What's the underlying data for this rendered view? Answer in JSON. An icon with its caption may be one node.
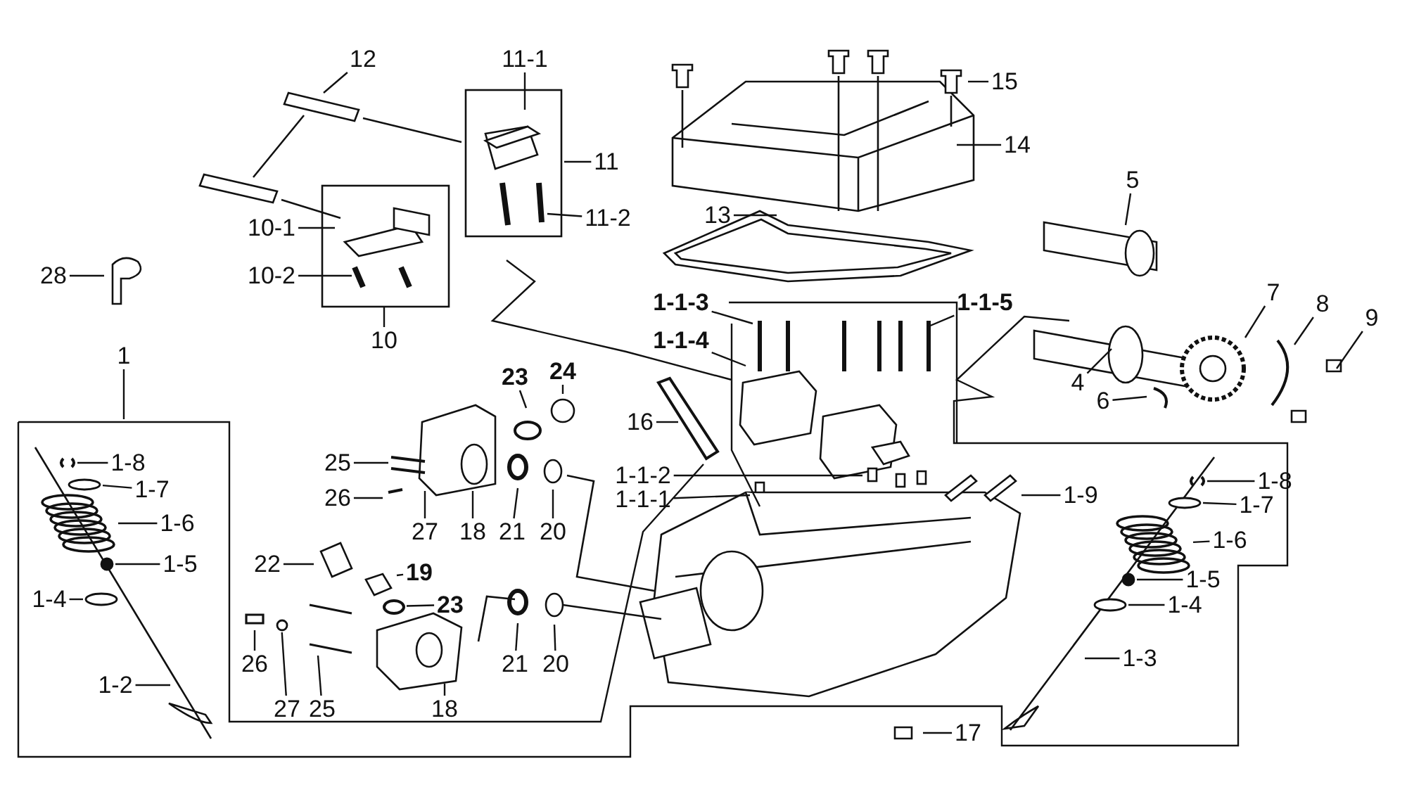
{
  "diagram": {
    "nodes": [
      {
        "text": [
          "12"
        ]
      },
      {
        "text": [
          "11-1"
        ]
      },
      {
        "text": [
          "11"
        ]
      },
      {
        "text": [
          "11-2"
        ]
      },
      {
        "text": [
          "10-1"
        ]
      },
      {
        "text": [
          "10-2"
        ]
      },
      {
        "text": [
          "10"
        ]
      },
      {
        "text": [
          "28"
        ]
      },
      {
        "text": [
          "15"
        ]
      },
      {
        "text": [
          "14"
        ]
      },
      {
        "text": [
          "13"
        ]
      },
      {
        "text": [
          "5"
        ]
      },
      {
        "text": [
          "7"
        ]
      },
      {
        "text": [
          "8"
        ]
      },
      {
        "text": [
          "9"
        ]
      },
      {
        "text": [
          "4"
        ]
      },
      {
        "text": [
          "6"
        ]
      },
      {
        "text": [
          "1-1-3"
        ]
      },
      {
        "text": [
          "1-1-4"
        ]
      },
      {
        "text": [
          "1-1-5"
        ]
      },
      {
        "text": [
          "24"
        ]
      },
      {
        "text": [
          "23"
        ]
      },
      {
        "text": [
          "16"
        ]
      },
      {
        "text": [
          "25"
        ]
      },
      {
        "text": [
          "26"
        ]
      },
      {
        "text": [
          "27"
        ]
      },
      {
        "text": [
          "18"
        ]
      },
      {
        "text": [
          "21"
        ]
      },
      {
        "text": [
          "20"
        ]
      },
      {
        "text": [
          "1-1-2"
        ]
      },
      {
        "text": [
          "1-1-1"
        ]
      },
      {
        "text": [
          "1-9"
        ]
      },
      {
        "text": [
          "22"
        ]
      },
      {
        "text": [
          "19"
        ]
      },
      {
        "text": [
          "23"
        ]
      },
      {
        "text": [
          "26"
        ]
      },
      {
        "text": [
          "27"
        ]
      },
      {
        "text": [
          "25"
        ]
      },
      {
        "text": [
          "18"
        ]
      },
      {
        "text": [
          "21"
        ]
      },
      {
        "text": [
          "20"
        ]
      },
      {
        "text": [
          "1"
        ]
      },
      {
        "text": [
          "1-8"
        ]
      },
      {
        "text": [
          "1-7"
        ]
      },
      {
        "text": [
          "1-6"
        ]
      },
      {
        "text": [
          "1-5"
        ]
      },
      {
        "text": [
          "1-4"
        ]
      },
      {
        "text": [
          "1-2"
        ]
      },
      {
        "text": [
          "1-8"
        ]
      },
      {
        "text": [
          "1-7"
        ]
      },
      {
        "text": [
          "1-6"
        ]
      },
      {
        "text": [
          "1-5"
        ]
      },
      {
        "text": [
          "1-4"
        ]
      },
      {
        "text": [
          "1-3"
        ]
      },
      {
        "text": [
          "17"
        ]
      },
      {
        "text": [],
        "shape": "picture"
      },
      {
        "text": [],
        "shape": "circle"
      },
      {
        "text": [],
        "shape": "picture"
      },
      {
        "text": [],
        "shape": "circle"
      },
      {
        "text": [],
        "shape": "circle"
      },
      {
        "text": [],
        "shape": "picture"
      },
      {
        "text": [],
        "shape": "circle"
      },
      {
        "text": [],
        "shape": "picture"
      },
      {
        "text": [],
        "shape": "circle"
      },
      {
        "text": [],
        "shape": "circle"
      },
      {
        "text": [],
        "shape": "circle"
      },
      {
        "text": [],
        "shape": "circle"
      }
    ],
    "edges": [
      {
        "from": 0,
        "to": null,
        "arrow": "none"
      },
      {
        "from": 1,
        "to": null,
        "arrow": "none"
      },
      {
        "from": 2,
        "to": null,
        "arrow": "none"
      },
      {
        "from": 3,
        "to": null,
        "arrow": "none"
      },
      {
        "from": 4,
        "to": null,
        "arrow": "none"
      },
      {
        "from": 5,
        "to": null,
        "arrow": "none"
      },
      {
        "from": 6,
        "to": null,
        "arrow": "none"
      },
      {
        "from": 7,
        "to": null,
        "arrow": "none"
      },
      {
        "from": 8,
        "to": null,
        "arrow": "none"
      },
      {
        "from": 9,
        "to": null,
        "arrow": "none"
      },
      {
        "from": 10,
        "to": null,
        "arrow": "none"
      },
      {
        "from": 11,
        "to": null,
        "arrow": "none"
      },
      {
        "from": 12,
        "to": null,
        "arrow": "none"
      },
      {
        "from": 13,
        "to": null,
        "arrow": "none"
      },
      {
        "from": 14,
        "to": null,
        "arrow": "none"
      },
      {
        "from": 15,
        "to": null,
        "arrow": "none"
      },
      {
        "from": 16,
        "to": null,
        "arrow": "none"
      },
      {
        "from": 17,
        "to": null,
        "arrow": "none"
      },
      {
        "from": 18,
        "to": null,
        "arrow": "none"
      },
      {
        "from": 19,
        "to": null,
        "arrow": "none"
      },
      {
        "from": 20,
        "to": null,
        "arrow": "none"
      },
      {
        "from": 21,
        "to": null,
        "arrow": "none"
      },
      {
        "from": 22,
        "to": null,
        "arrow": "none"
      },
      {
        "from": 23,
        "to": null,
        "arrow": "none"
      },
      {
        "from": 24,
        "to": null,
        "arrow": "none"
      },
      {
        "from": 25,
        "to": null,
        "arrow": "none"
      },
      {
        "from": 26,
        "to": null,
        "arrow": "none"
      },
      {
        "from": 27,
        "to": null,
        "arrow": "none"
      },
      {
        "from": 28,
        "to": null,
        "arrow": "none"
      },
      {
        "from": 29,
        "to": null,
        "arrow": "none"
      },
      {
        "from": 30,
        "to": null,
        "arrow": "none"
      },
      {
        "from": 31,
        "to": null,
        "arrow": "none"
      },
      {
        "from": 32,
        "to": null,
        "arrow": "none"
      },
      {
        "from": 33,
        "to": null,
        "arrow": "none"
      },
      {
        "from": 34,
        "to": 65,
        "arrow": "none"
      },
      {
        "from": 35,
        "to": null,
        "arrow": "none"
      },
      {
        "from": 36,
        "to": 66,
        "arrow": "none"
      },
      {
        "from": 37,
        "to": null,
        "arrow": "none"
      },
      {
        "from": 38,
        "to": null,
        "arrow": "none"
      },
      {
        "from": 39,
        "to": null,
        "arrow": "none"
      },
      {
        "from": 40,
        "to": null,
        "arrow": "none"
      },
      {
        "from": 41,
        "to": null,
        "arrow": "none"
      },
      {
        "from": 42,
        "to": 55,
        "arrow": "none"
      },
      {
        "from": 43,
        "to": 56,
        "arrow": "none"
      },
      {
        "from": 44,
        "to": 57,
        "arrow": "none"
      },
      {
        "from": 45,
        "to": 58,
        "arrow": "none"
      },
      {
        "from": 46,
        "to": 59,
        "arrow": "none"
      },
      {
        "from": 47,
        "to": null,
        "arrow": "none"
      },
      {
        "from": 48,
        "to": 60,
        "arrow": "none"
      },
      {
        "from": 49,
        "to": 61,
        "arrow": "none"
      },
      {
        "from": 50,
        "to": 62,
        "arrow": "none"
      },
      {
        "from": 51,
        "to": 63,
        "arrow": "none"
      },
      {
        "from": 52,
        "to": 64,
        "arrow": "none"
      },
      {
        "from": 53,
        "to": null,
        "arrow": "none"
      },
      {
        "from": 54,
        "to": null,
        "arrow": "none"
      }
    ]
  }
}
